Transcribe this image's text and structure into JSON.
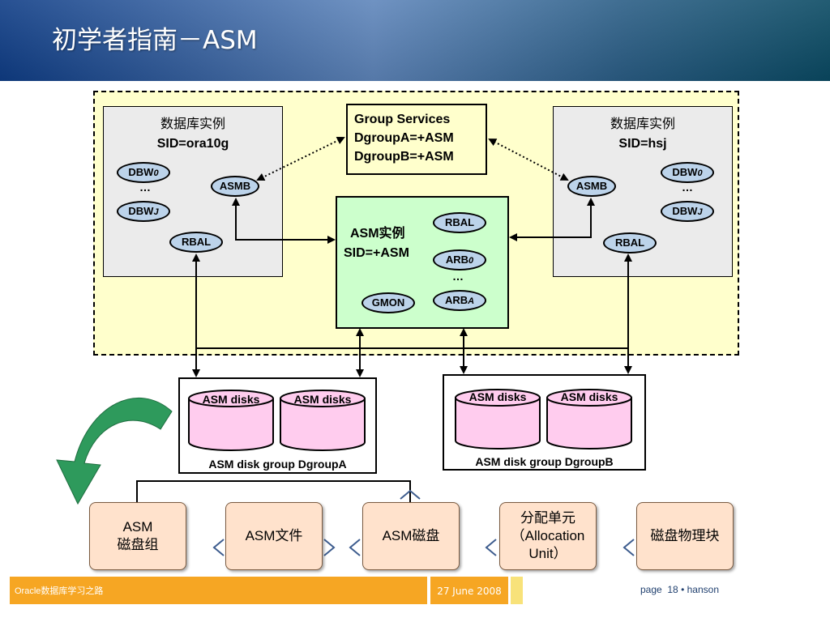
{
  "title": "初学者指南－ASM",
  "left_instance": {
    "title": "数据库实例",
    "sid": "SID=ora10g",
    "dbw_first": "DBW",
    "dbw_first_sub": "0",
    "dots": "…",
    "dbw_last": "DBW",
    "dbw_last_sub": "J",
    "asmb": "ASMB",
    "rbal": "RBAL"
  },
  "right_instance": {
    "title": "数据库实例",
    "sid": "SID=hsj",
    "dbw_first": "DBW",
    "dbw_first_sub": "0",
    "dots": "…",
    "dbw_last": "DBW",
    "dbw_last_sub": "J",
    "asmb": "ASMB",
    "rbal": "RBAL"
  },
  "group_services": {
    "line1": "Group Services",
    "line2": "DgroupA=+ASM",
    "line3": "DgroupB=+ASM"
  },
  "asm_instance": {
    "title": "ASM实例",
    "sid": "SID=+ASM",
    "rbal": "RBAL",
    "arb_first": "ARB",
    "arb_first_sub": "0",
    "dots": "…",
    "arb_last": "ARB",
    "arb_last_sub": "A",
    "gmon": "GMON"
  },
  "disk_group_a": {
    "disk1": "ASM disks",
    "disk2": "ASM disks",
    "label": "ASM disk group DgroupA"
  },
  "disk_group_b": {
    "disk1": "ASM disks",
    "disk2": "ASM disks",
    "label": "ASM disk group DgroupB"
  },
  "layers": [
    "ASM\n磁盘组",
    "ASM文件",
    "ASM磁盘",
    "分配单元\n（Allocation\nUnit）",
    "磁盘物理块"
  ],
  "footer": {
    "left": "Oracle数据库学习之路",
    "date": "27 June 2008",
    "page_prefix": "page",
    "page_number": "18",
    "separator": "•",
    "author": "hanson"
  },
  "colors": {
    "cluster_fill": "#ffffcc",
    "asm_fill": "#ccffcc",
    "instance_fill": "#ebebeb",
    "oval_fill": "#bcd3ea",
    "disk_fill": "#ffccee",
    "layer_fill": "#ffe2cc",
    "footer_orange": "#f6a623",
    "arrow_green": "#2e9a5c"
  }
}
